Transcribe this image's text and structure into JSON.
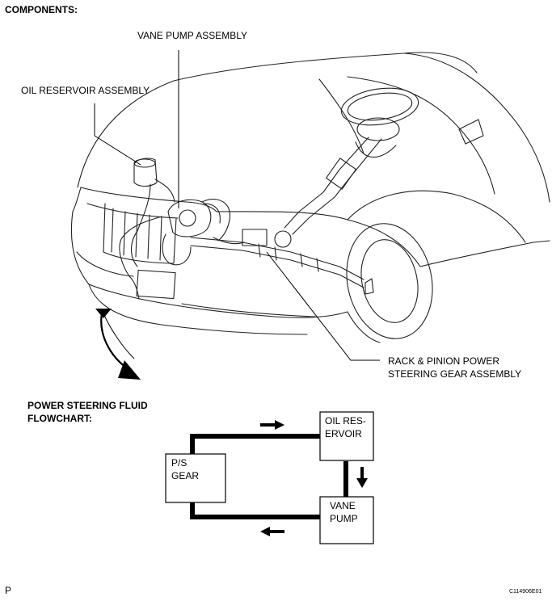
{
  "header": {
    "title": "COMPONENTS:"
  },
  "labels": {
    "vane_pump": "VANE PUMP ASSEMBLY",
    "oil_reservoir": "OIL RESERVOIR ASSEMBLY",
    "rack_line1": "RACK & PINION POWER",
    "rack_line2": "STEERING GEAR ASSEMBLY"
  },
  "flowchart": {
    "title_line1": "POWER STEERING FLUID",
    "title_line2": "FLOWCHART:",
    "nodes": {
      "oil_reservoir": [
        "OIL RES-",
        "ERVOIR"
      ],
      "vane_pump": [
        "VANE",
        "PUMP"
      ],
      "ps_gear": [
        "P/S",
        "GEAR"
      ]
    }
  },
  "footer": {
    "left": "P",
    "right": "C114906E01"
  }
}
